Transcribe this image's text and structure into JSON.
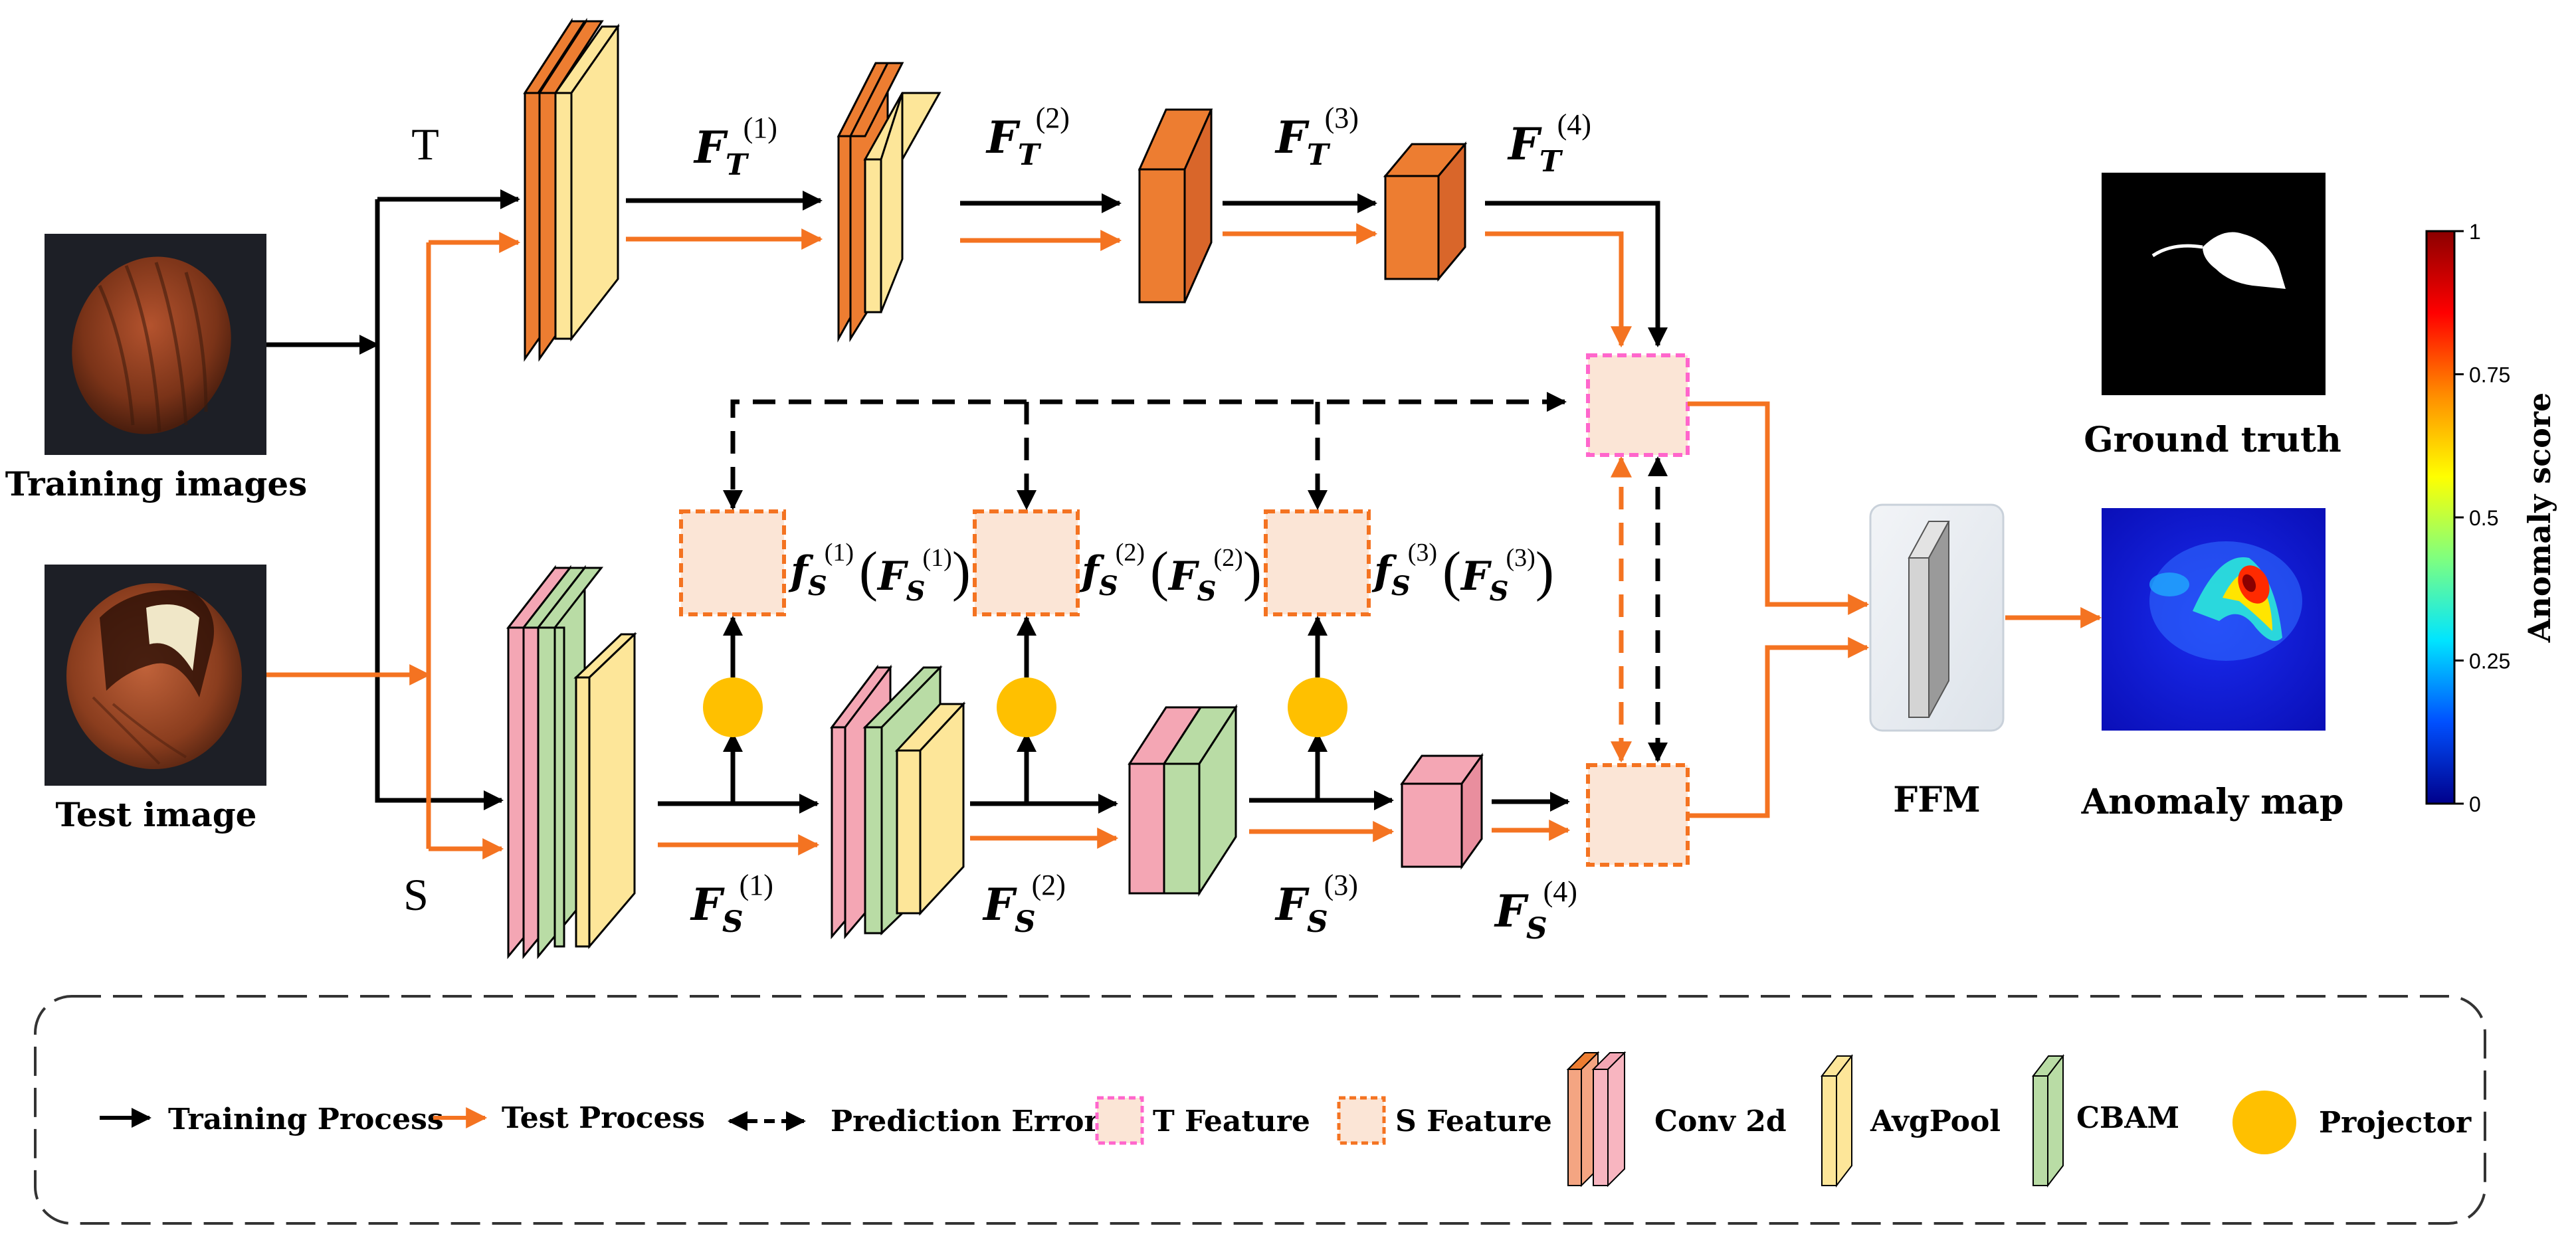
{
  "branches": {
    "teacher": "T",
    "student": "S"
  },
  "inputs": {
    "training_label": "Training images",
    "test_label": "Test image"
  },
  "teacher_features": [
    {
      "base": "F",
      "sub": "T",
      "sup": "(1)"
    },
    {
      "base": "F",
      "sub": "T",
      "sup": "(2)"
    },
    {
      "base": "F",
      "sub": "T",
      "sup": "(3)"
    },
    {
      "base": "F",
      "sub": "T",
      "sup": "(4)"
    }
  ],
  "student_features": [
    {
      "base": "F",
      "sub": "S",
      "sup": "(1)"
    },
    {
      "base": "F",
      "sub": "S",
      "sup": "(2)"
    },
    {
      "base": "F",
      "sub": "S",
      "sup": "(3)"
    },
    {
      "base": "F",
      "sub": "S",
      "sup": "(4)"
    }
  ],
  "projected_features": [
    {
      "f": "f",
      "sub": "S",
      "sup": "(1)",
      "arg_sup": "(1)"
    },
    {
      "f": "f",
      "sub": "S",
      "sup": "(2)",
      "arg_sup": "(2)"
    },
    {
      "f": "f",
      "sub": "S",
      "sup": "(3)",
      "arg_sup": "(3)"
    }
  ],
  "fusion": {
    "label": "FFM"
  },
  "outputs": {
    "ground_truth_label": "Ground truth",
    "anomaly_map_label": "Anomaly map"
  },
  "colorbar": {
    "title": "Anomaly score",
    "ticks": [
      "1",
      "0.75",
      "0.5",
      "0.25",
      "0"
    ],
    "stops": [
      "#8b0000",
      "#ff0000",
      "#ff8c00",
      "#ffff00",
      "#7fff7f",
      "#00e5ff",
      "#0050ff",
      "#00008b"
    ]
  },
  "legend": {
    "training_process": "Training Process",
    "test_process": "Test Process",
    "prediction_error": "Prediction Error",
    "t_feature": "T Feature",
    "s_feature": "S Feature",
    "conv2d": "Conv 2d",
    "avgpool": "AvgPool",
    "cbam": "CBAM",
    "projector": "Projector"
  },
  "colors": {
    "training_arrow": "#000000",
    "test_arrow": "#f47321",
    "conv_teacher": "#ed7d31",
    "conv_student": "#f4a6b4",
    "avgpool": "#fde699",
    "cbam": "#b9dca5",
    "projector": "#ffc000",
    "feature_fill": "#fbe5d6",
    "t_feature_border": "#ff66cc",
    "s_feature_border": "#f47321"
  }
}
